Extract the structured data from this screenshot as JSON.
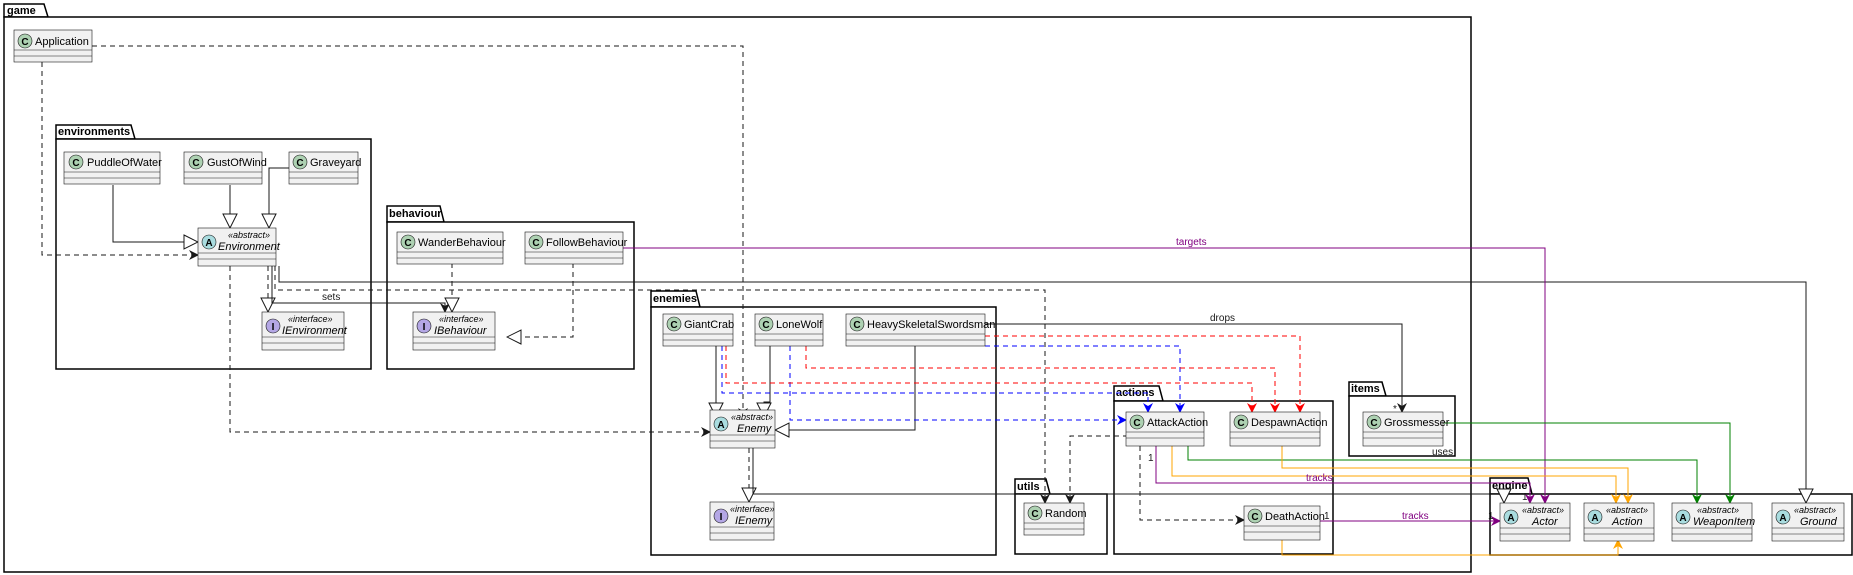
{
  "packages": {
    "game": "game",
    "environments": "environments",
    "behaviour": "behaviour",
    "enemies": "enemies",
    "utils": "utils",
    "actions": "actions",
    "items": "items",
    "engine": "engine"
  },
  "stereotypes": {
    "abstract": "«abstract»",
    "interface": "«interface»"
  },
  "badge_letters": {
    "class": "C",
    "abstract": "A",
    "interface": "I"
  },
  "classes": {
    "application": "Application",
    "puddle_of_water": "PuddleOfWater",
    "gust_of_wind": "GustOfWind",
    "graveyard": "Graveyard",
    "environment": "Environment",
    "ienvironment": "IEnvironment",
    "wander_behaviour": "WanderBehaviour",
    "follow_behaviour": "FollowBehaviour",
    "ibehaviour": "IBehaviour",
    "giant_crab": "GiantCrab",
    "lone_wolf": "LoneWolf",
    "heavy_skeletal_swordsman": "HeavySkeletalSwordsman",
    "enemy": "Enemy",
    "ienemy": "IEnemy",
    "random": "Random",
    "attack_action": "AttackAction",
    "despawn_action": "DespawnAction",
    "death_action": "DeathAction",
    "grossmesser": "Grossmesser",
    "actor": "Actor",
    "action": "Action",
    "weapon_item": "WeaponItem",
    "ground": "Ground"
  },
  "edge_labels": {
    "targets": "targets",
    "sets": "sets",
    "drops": "drops",
    "uses": "uses",
    "tracks_attack": "tracks",
    "tracks_death": "tracks",
    "mult_drops": "*",
    "mult_attack_src": "1",
    "mult_attack_dst": "1",
    "mult_death_src": "1",
    "mult_death_dst": "1"
  },
  "colors": {
    "black": "#181818",
    "purple": "#800080",
    "blue": "#0000ff",
    "red": "#ff0000",
    "orange": "#ffa500",
    "green": "#008000"
  }
}
